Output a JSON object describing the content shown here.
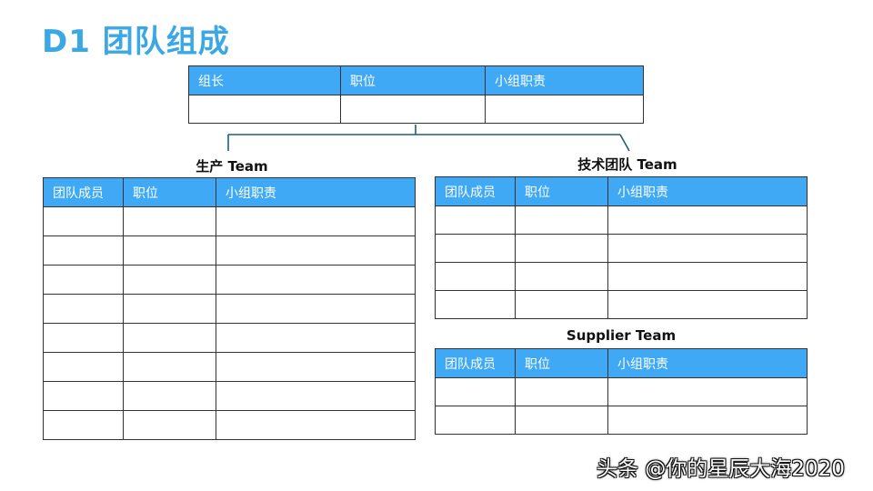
{
  "title": "D1 团队组成",
  "leader_table": {
    "headers": [
      "组长",
      "职位",
      "小组职责"
    ],
    "rows": 1
  },
  "production_team": {
    "label": "生产 Team",
    "headers": [
      "团队成员",
      "职位",
      "小组职责"
    ],
    "rows": 8
  },
  "tech_team": {
    "label": "技术团队 Team",
    "headers": [
      "团队成员",
      "职位",
      "小组职责"
    ],
    "rows": 4
  },
  "supplier_team": {
    "label": "Supplier Team",
    "headers": [
      "团队成员",
      "职位",
      "小组职责"
    ],
    "rows": 2
  },
  "watermark": "头条 @你的星辰大海2020",
  "colors": {
    "header_bg": "#3fa9f5",
    "title": "#3ba8e6",
    "connector": "#1f5f7a"
  }
}
